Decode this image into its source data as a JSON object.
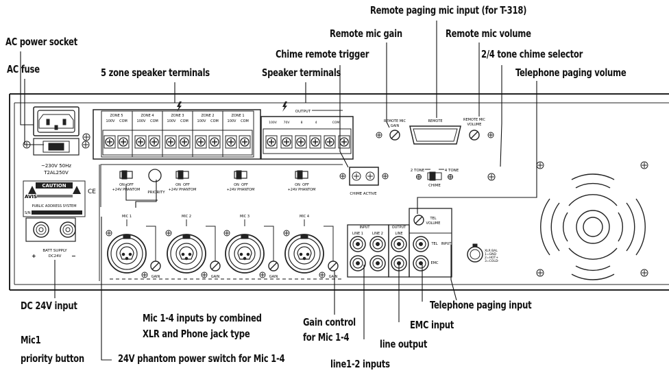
{
  "callouts": {
    "ac_power_socket": "AC power socket",
    "ac_fuse": "AC fuse",
    "zone_speaker_terminals": "5 zone speaker terminals",
    "speaker_terminals": "Speaker terminals",
    "chime_remote_trigger": "Chime remote trigger",
    "remote_mic_gain": "Remote mic gain",
    "remote_paging_mic_input": "Remote paging mic input (for T-318)",
    "remote_mic_volume": "Remote mic volume",
    "chime_selector": "2/4 tone chime selector",
    "telephone_paging_volume": "Telephone paging volume",
    "dc_24v_input": "DC 24V input",
    "mic1": "Mic1",
    "priority_button": "priority button",
    "phantom_switch": "24V phantom power switch for Mic 1-4",
    "mic_inputs_line1": "Mic 1-4 inputs by combined",
    "mic_inputs_line2": "XLR  and Phone jack type",
    "gain_control_line1": "Gain control",
    "gain_control_line2": "for Mic 1-4",
    "line12_inputs": "line1-2 inputs",
    "line_output": "line output",
    "emc_input": "EMC input",
    "telephone_paging_input": "Telephone paging input"
  },
  "panel": {
    "voltage": "~230V  50Hz",
    "fuse_rating": "T2AL250V",
    "caution": "CAUTION",
    "brand": "AVIS",
    "pa_system": "PUBLIC ADDRESS SYSTEM",
    "sn": "S/N",
    "ce": "CE",
    "batt_supply": "BATT SUPPLY",
    "dc24v": "DC24V",
    "plus": "+",
    "minus": "−",
    "zones": [
      "ZONE 5",
      "ZONE 4",
      "ZONE 3",
      "ZONE 2",
      "ZONE 1"
    ],
    "zone_100v": "100V",
    "zone_com": "COM",
    "output": "OUTPUT",
    "output_taps": [
      "100V",
      "70V",
      "8",
      "4",
      "COM"
    ],
    "chime_active": "CHIME  ACTIVE",
    "remote_mic_gain_1": "REMOTE MIC",
    "remote_mic_gain_2": "GAIN",
    "remote": "REMOTE",
    "remote_mic_volume_1": "REMOTE MIC",
    "remote_mic_volume_2": "VOLUME",
    "two_tone": "2 TONE",
    "four_tone": "4 TONE",
    "chime": "CHIME",
    "on": "ON",
    "off": "OFF",
    "phantom": "+24V  PHANTOM",
    "priority": "PRIORITY",
    "mics": [
      "MIC 1",
      "MIC 2",
      "MIC 3",
      "MIC 4"
    ],
    "gain": "GAIN",
    "input": "INPUT",
    "line1": "LINE 1",
    "line2": "LINE 2",
    "output_small": "OUTPUT",
    "line": "LINE",
    "tel_volume_1": "TEL",
    "tel_volume_2": "VOLUME",
    "tel": "TEL",
    "emc": "EMC",
    "xlr_bal_1": "XLR BAL",
    "xlr_bal_2": "1=GND",
    "xlr_bal_3": "2=HOT+",
    "xlr_bal_4": "3=COLD-"
  }
}
